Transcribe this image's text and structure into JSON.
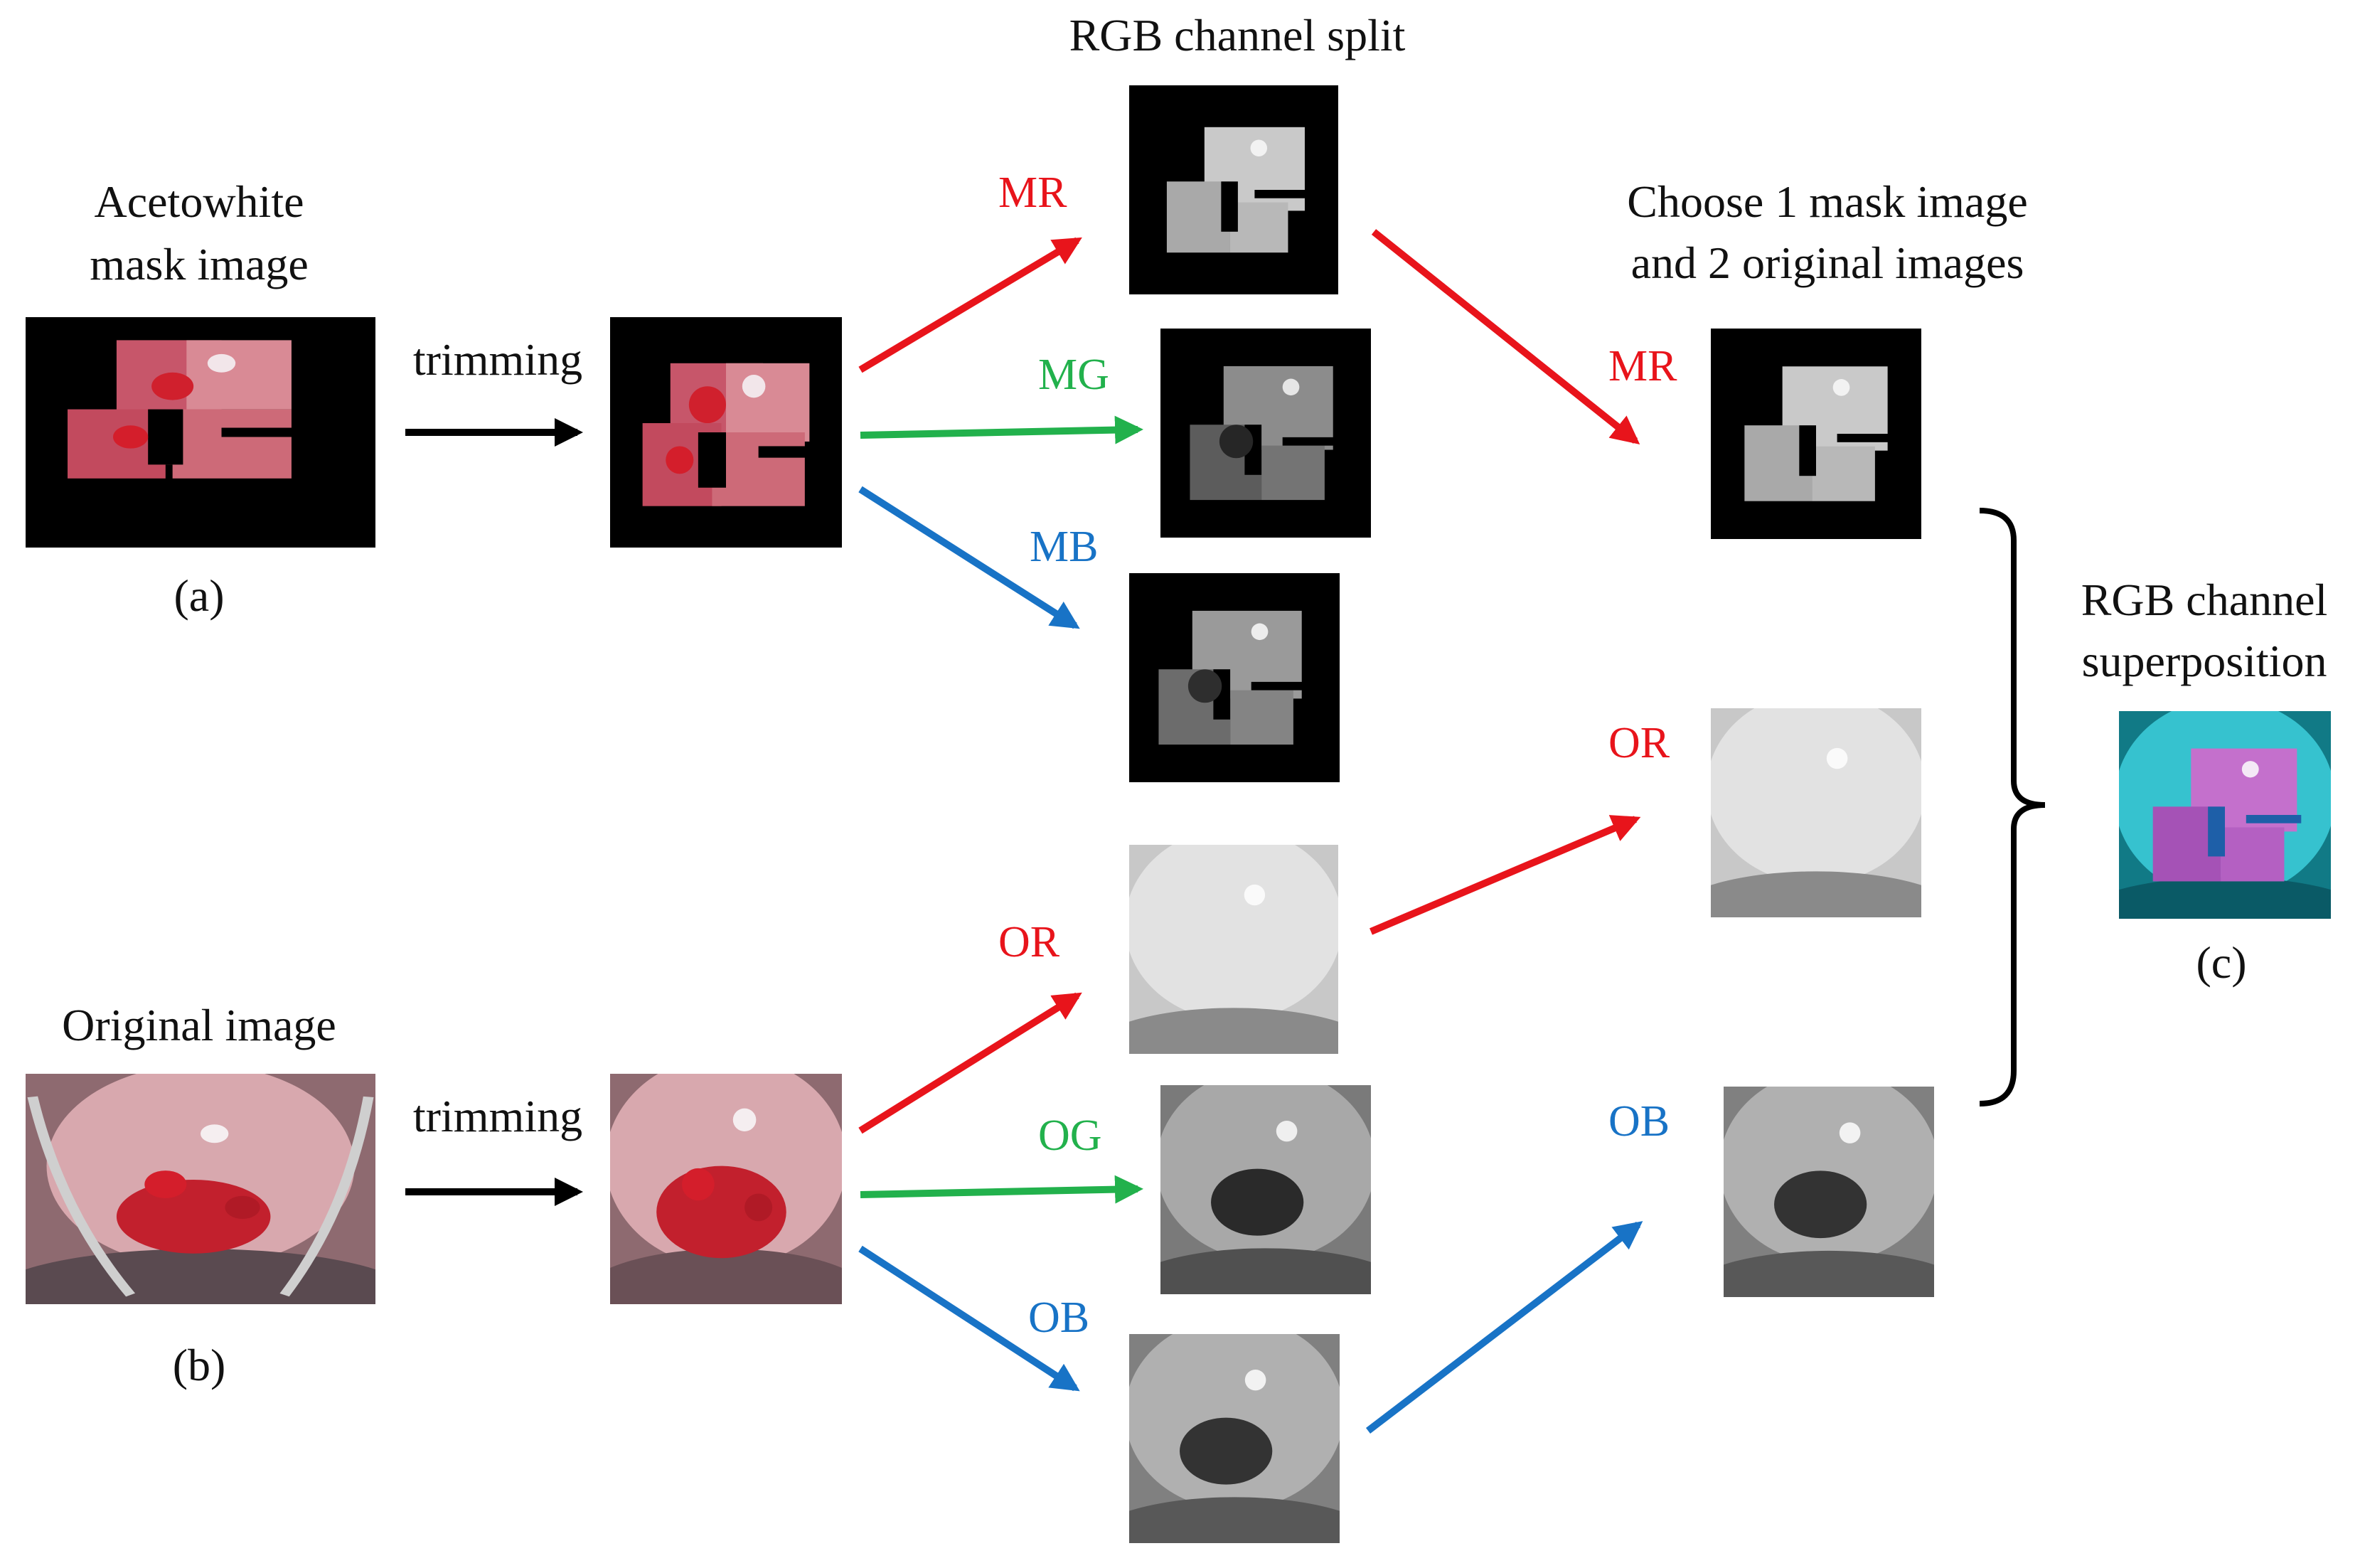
{
  "figure": {
    "rgb_split_title": "RGB channel split",
    "mask_title_line1": "Acetowhite",
    "mask_title_line2": "mask image",
    "original_title": "Original image",
    "choose_line1": "Choose 1 mask image",
    "choose_line2": "and 2 original images",
    "superposition_line1": "RGB channel",
    "superposition_line2": "superposition",
    "trimming_top": "trimming",
    "trimming_bottom": "trimming",
    "panel_a": "(a)",
    "panel_b": "(b)",
    "panel_c": "(c)"
  },
  "channels": {
    "mr": "MR",
    "mg": "MG",
    "mb": "MB",
    "or": "OR",
    "og": "OG",
    "ob": "OB",
    "mr_chosen": "MR",
    "or_chosen": "OR",
    "ob_chosen": "OB"
  },
  "colors": {
    "red": "#e8141b",
    "green": "#22b14c",
    "blue": "#1873c6",
    "black": "#000000"
  }
}
